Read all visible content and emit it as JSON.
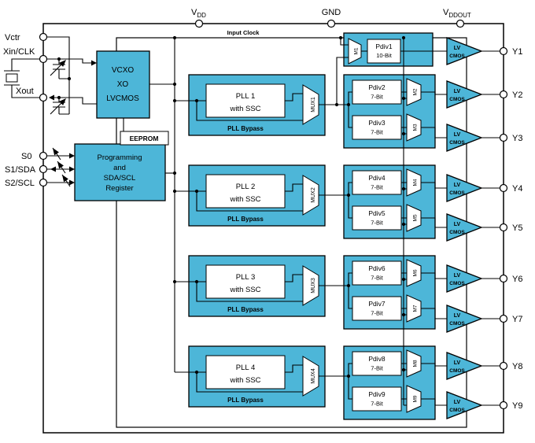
{
  "pins": {
    "top": [
      {
        "name": "V",
        "sub": "DD"
      },
      {
        "name": "GND",
        "sub": ""
      },
      {
        "name": "V",
        "sub": "DDOUT"
      }
    ],
    "left": [
      "Vctr",
      "Xin/CLK",
      "Xout",
      "S0",
      "S1/SDA",
      "S2/SCL"
    ]
  },
  "labels": {
    "input_clock": "Input Clock",
    "eeprom": "EEPROM"
  },
  "vcxo_block": [
    "VCXO",
    "XO",
    "LVCMOS"
  ],
  "programming_block": [
    "Programming",
    "and",
    "SDA/SCL",
    "Register"
  ],
  "plls": [
    {
      "name": "PLL 1",
      "ssc": "with SSC",
      "bypass": "PLL Bypass",
      "mux": "MUX1"
    },
    {
      "name": "PLL 2",
      "ssc": "with SSC",
      "bypass": "PLL Bypass",
      "mux": "MUX2"
    },
    {
      "name": "PLL 3",
      "ssc": "with SSC",
      "bypass": "PLL Bypass",
      "mux": "MUX3"
    },
    {
      "name": "PLL 4",
      "ssc": "with SSC",
      "bypass": "PLL Bypass",
      "mux": "MUX4"
    }
  ],
  "pdiv1": {
    "name": "Pdiv1",
    "bits": "10-Bit",
    "mux": "M1"
  },
  "pdivs": [
    {
      "name": "Pdiv2",
      "bits": "7-Bit",
      "mux": "M2"
    },
    {
      "name": "Pdiv3",
      "bits": "7-Bit",
      "mux": "M3"
    },
    {
      "name": "Pdiv4",
      "bits": "7-Bit",
      "mux": "M4"
    },
    {
      "name": "Pdiv5",
      "bits": "7-Bit",
      "mux": "M5"
    },
    {
      "name": "Pdiv6",
      "bits": "7-Bit",
      "mux": "M6"
    },
    {
      "name": "Pdiv7",
      "bits": "7-Bit",
      "mux": "M7"
    },
    {
      "name": "Pdiv8",
      "bits": "7-Bit",
      "mux": "M8"
    },
    {
      "name": "Pdiv9",
      "bits": "7-Bit",
      "mux": "M9"
    }
  ],
  "outputs": [
    {
      "pin": "Y1",
      "buf1": "LV",
      "buf2": "CMOS"
    },
    {
      "pin": "Y2",
      "buf1": "LV",
      "buf2": "CMOS"
    },
    {
      "pin": "Y3",
      "buf1": "LV",
      "buf2": "CMOS"
    },
    {
      "pin": "Y4",
      "buf1": "LV",
      "buf2": "CMOS"
    },
    {
      "pin": "Y5",
      "buf1": "LV",
      "buf2": "CMOS"
    },
    {
      "pin": "Y6",
      "buf1": "LV",
      "buf2": "CMOS"
    },
    {
      "pin": "Y7",
      "buf1": "LV",
      "buf2": "CMOS"
    },
    {
      "pin": "Y8",
      "buf1": "LV",
      "buf2": "CMOS"
    },
    {
      "pin": "Y9",
      "buf1": "LV",
      "buf2": "CMOS"
    }
  ],
  "colors": {
    "block_fill": "#4db6d8",
    "wire": "#000000",
    "background": "#ffffff"
  }
}
